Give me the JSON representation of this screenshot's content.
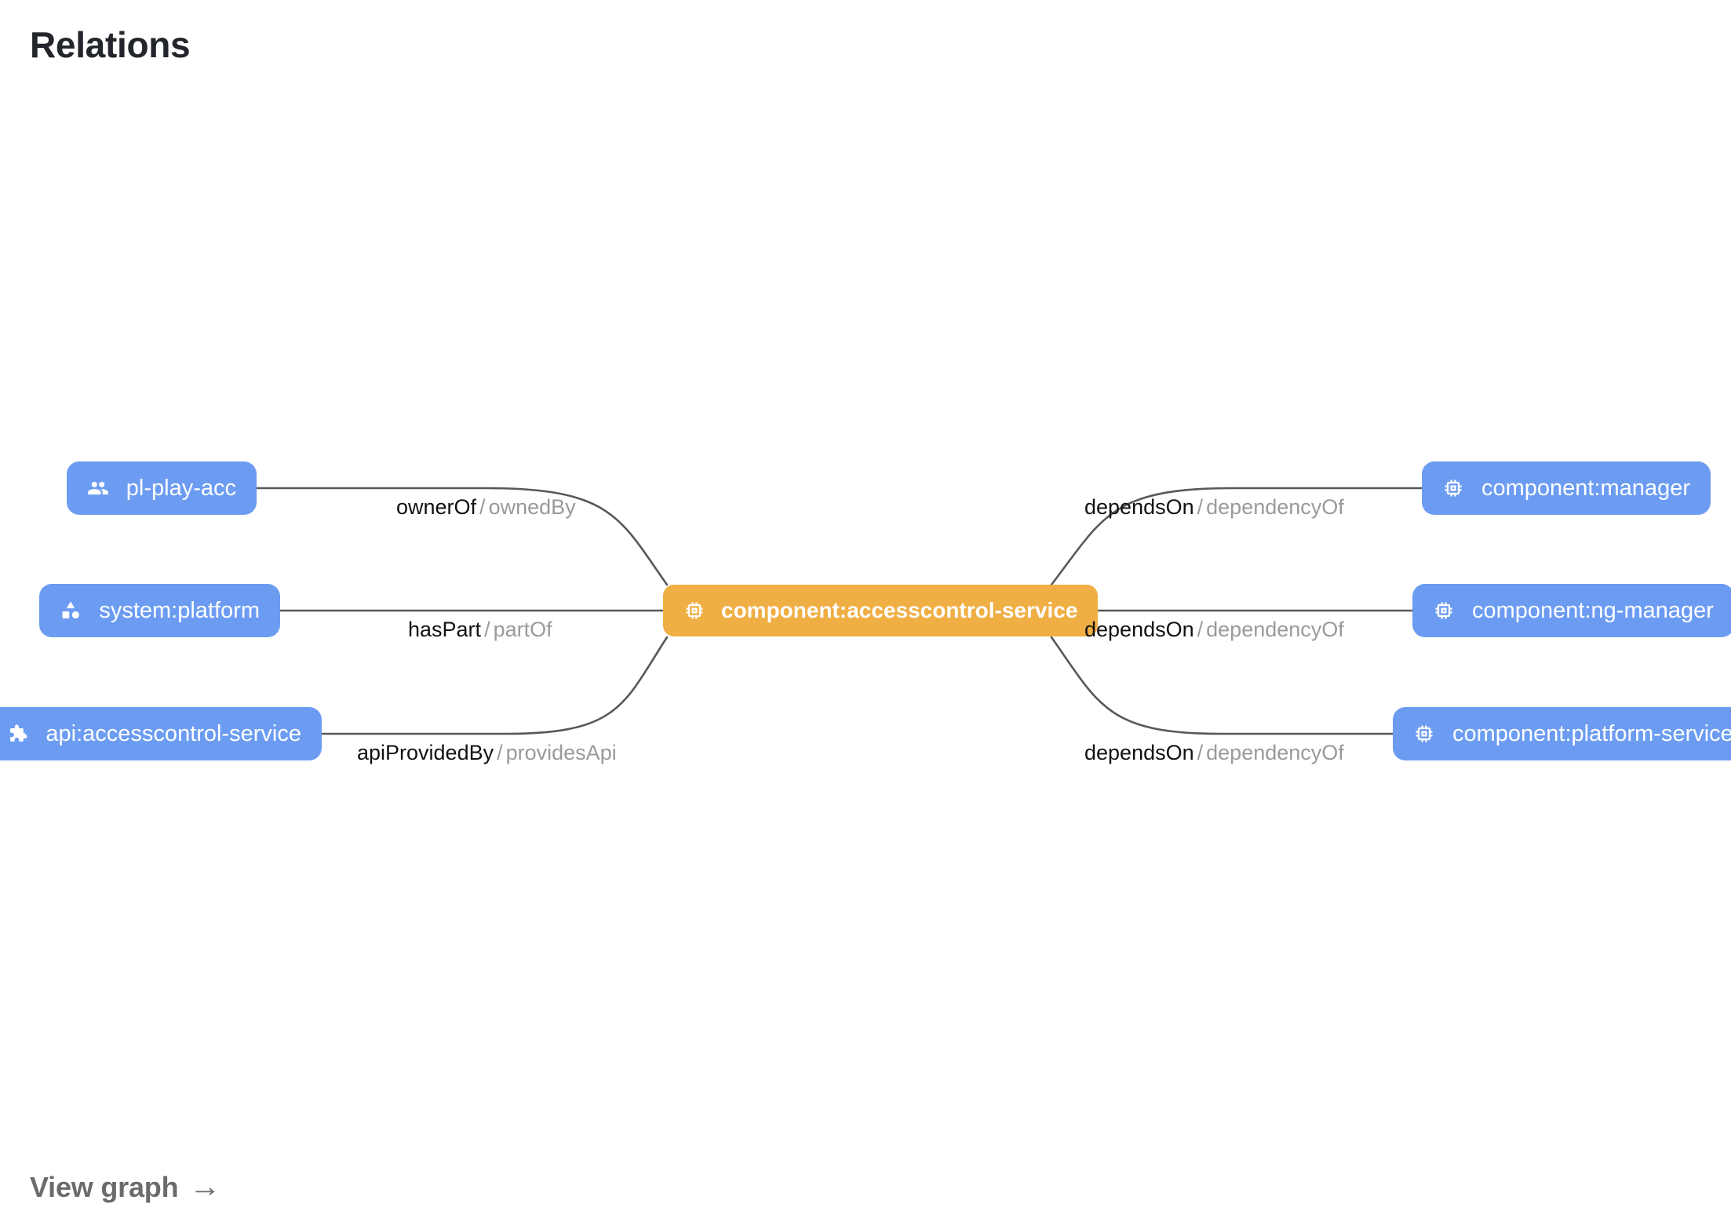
{
  "page": {
    "title": "Relations",
    "view_graph_label": "View graph",
    "view_graph_arrow": "→"
  },
  "colors": {
    "node_blue": "#6c9cf2",
    "node_orange": "#f0af44",
    "node_text": "#ffffff",
    "edge_stroke": "#58585a",
    "label_forward": "#111111",
    "label_reverse": "#9a9a9a",
    "title_text": "#22252a",
    "link_text": "#6b6b6b",
    "background": "#ffffff"
  },
  "graph": {
    "center_node": {
      "id": "component:accesscontrol-service",
      "label": "component:accesscontrol-service",
      "icon": "memory-chip-icon",
      "kind": "component",
      "highlighted": true
    },
    "left_nodes": [
      {
        "id": "pl-play-acc",
        "label": "pl-play-acc",
        "icon": "group-people-icon",
        "kind": "group"
      },
      {
        "id": "system:platform",
        "label": "system:platform",
        "icon": "category-shapes-icon",
        "kind": "system"
      },
      {
        "id": "api:accesscontrol-service",
        "label": "api:accesscontrol-service",
        "icon": "puzzle-piece-icon",
        "kind": "api"
      }
    ],
    "right_nodes": [
      {
        "id": "component:manager",
        "label": "component:manager",
        "icon": "memory-chip-icon",
        "kind": "component"
      },
      {
        "id": "component:ng-manager",
        "label": "component:ng-manager",
        "icon": "memory-chip-icon",
        "kind": "component"
      },
      {
        "id": "component:platform-service",
        "label": "component:platform-service",
        "icon": "memory-chip-icon",
        "kind": "component"
      }
    ],
    "edges": [
      {
        "source": "pl-play-acc",
        "target": "component:accesscontrol-service",
        "forward": "ownerOf",
        "separator": "/",
        "reverse": "ownedBy"
      },
      {
        "source": "system:platform",
        "target": "component:accesscontrol-service",
        "forward": "hasPart",
        "separator": "/",
        "reverse": "partOf"
      },
      {
        "source": "api:accesscontrol-service",
        "target": "component:accesscontrol-service",
        "forward": "apiProvidedBy",
        "separator": "/",
        "reverse": "providesApi"
      },
      {
        "source": "component:accesscontrol-service",
        "target": "component:manager",
        "forward": "dependsOn",
        "separator": "/",
        "reverse": "dependencyOf"
      },
      {
        "source": "component:accesscontrol-service",
        "target": "component:ng-manager",
        "forward": "dependsOn",
        "separator": "/",
        "reverse": "dependencyOf"
      },
      {
        "source": "component:accesscontrol-service",
        "target": "component:platform-service",
        "forward": "dependsOn",
        "separator": "/",
        "reverse": "dependencyOf"
      }
    ]
  }
}
